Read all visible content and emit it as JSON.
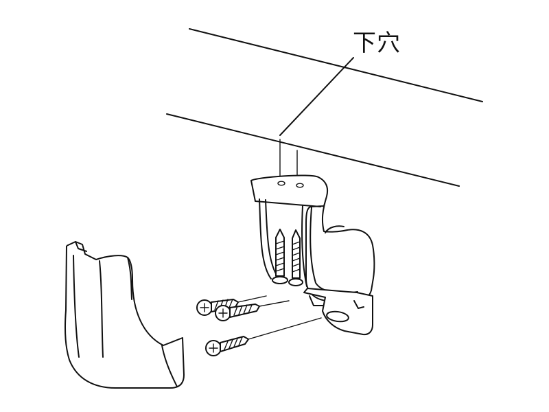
{
  "callout": {
    "label": "下穴"
  },
  "parts": {
    "wall": "wall-plane",
    "bracket": "bracket",
    "cover": "cover-cap",
    "screws": "screw-set"
  }
}
